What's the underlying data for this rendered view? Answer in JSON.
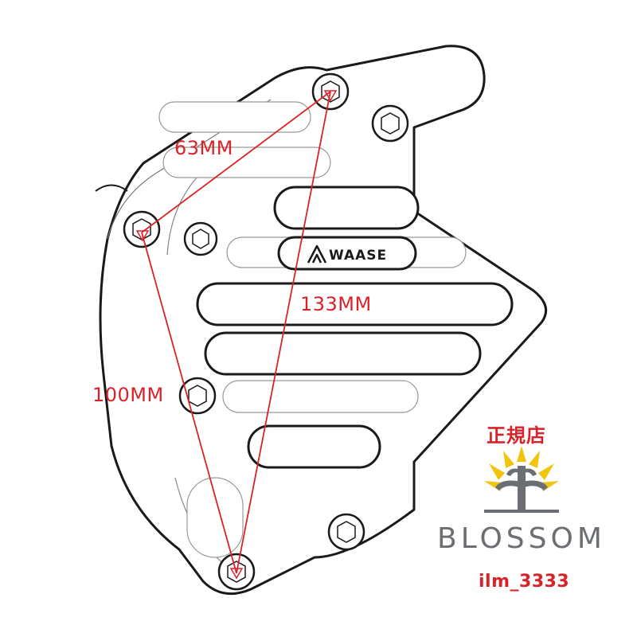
{
  "dimensions": {
    "top_distance": "63MM",
    "diagonal_distance": "133MM",
    "side_distance": "100MM",
    "line_color": "#d9232a"
  },
  "product": {
    "logo_text": "WAASE",
    "logo_icon": "waase-chevron-icon"
  },
  "shop": {
    "authorized_label": "正規店",
    "brand_name": "BLOSSOM",
    "shop_id": "ilm_3333",
    "brand_icon": "tree-sun-icon",
    "label_color": "#d9232a",
    "brand_color": "#6b6f73"
  }
}
